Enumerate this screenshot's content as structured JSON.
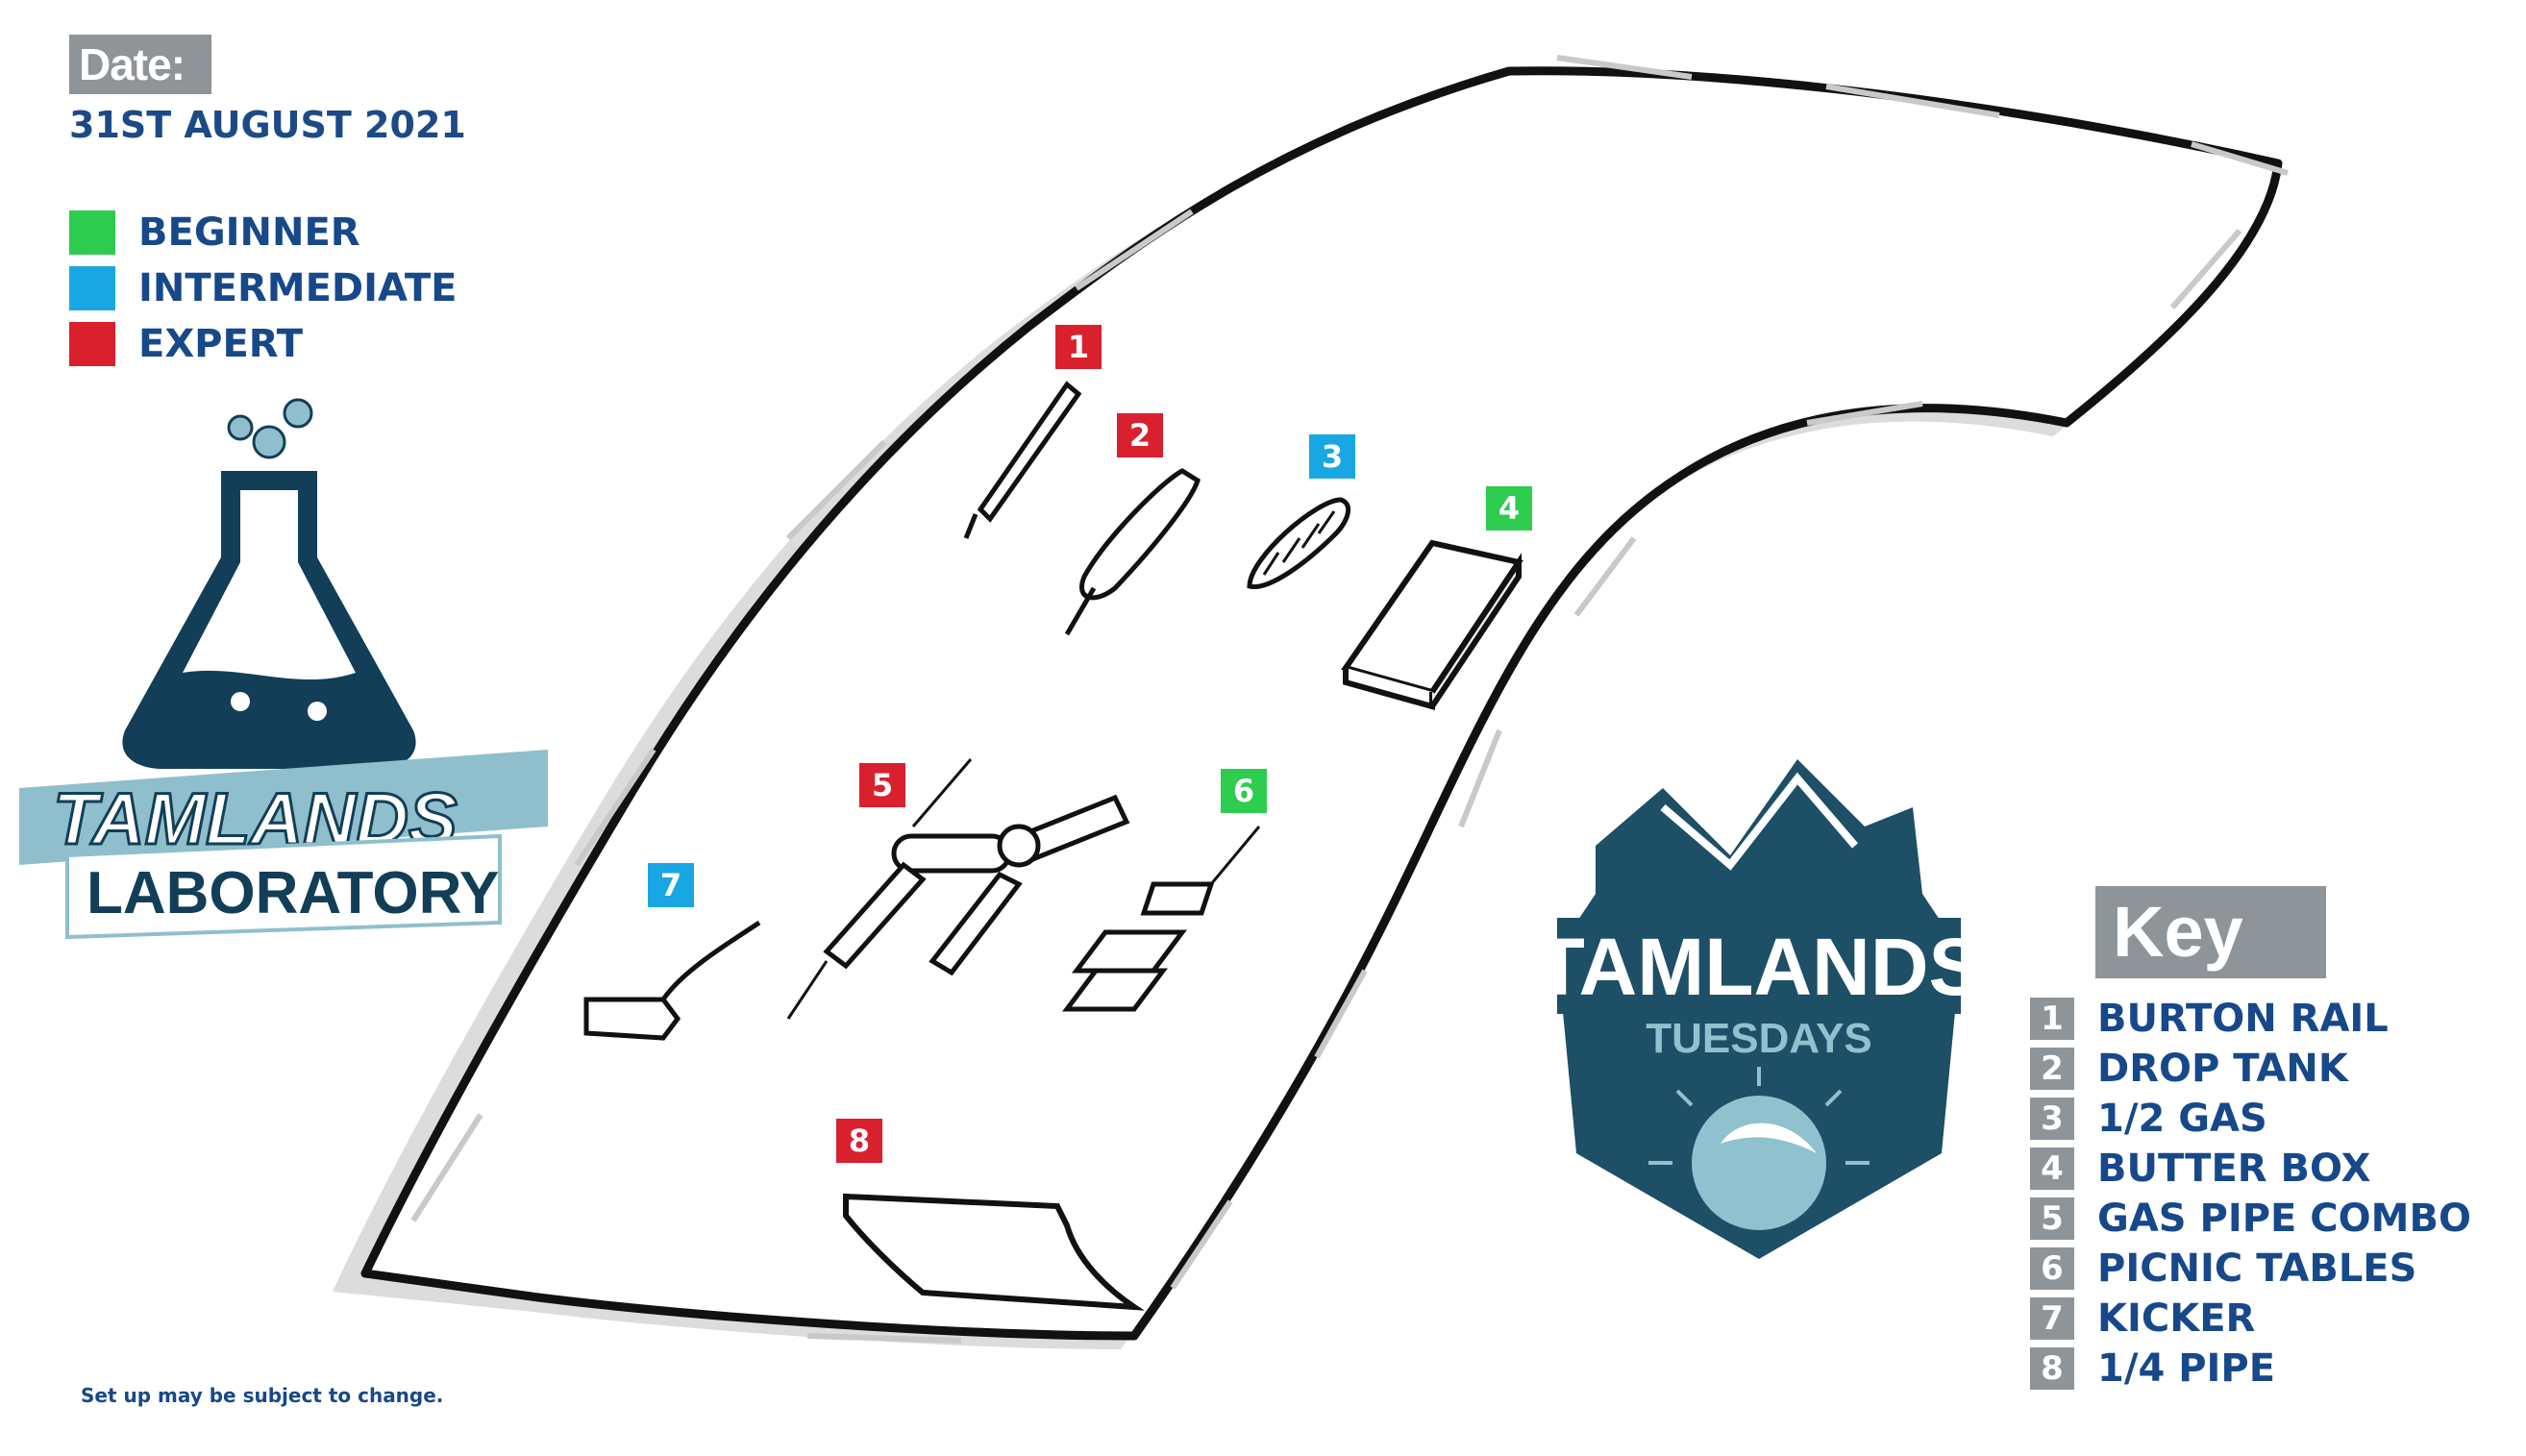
{
  "header": {
    "date_label": "Date:",
    "date_value": "31ST AUGUST 2021"
  },
  "legend": [
    {
      "label": "BEGINNER",
      "color": "#2ecc4f"
    },
    {
      "label": "INTERMEDIATE",
      "color": "#19a7e3"
    },
    {
      "label": "EXPERT",
      "color": "#d9202e"
    }
  ],
  "lab_logo": {
    "line1": "TAMLANDS",
    "line2": "LABORATORY",
    "accent": "#8fbfcc",
    "dark": "#123e57"
  },
  "tuesdays_logo": {
    "title": "TAMLANDS",
    "subtitle": "TUESDAYS",
    "dark": "#1d4f66",
    "light": "#8fc1cf"
  },
  "features": [
    {
      "num": "1",
      "level": "expert"
    },
    {
      "num": "2",
      "level": "expert"
    },
    {
      "num": "3",
      "level": "intermediate"
    },
    {
      "num": "4",
      "level": "beginner"
    },
    {
      "num": "5",
      "level": "expert"
    },
    {
      "num": "6",
      "level": "beginner"
    },
    {
      "num": "7",
      "level": "intermediate"
    },
    {
      "num": "8",
      "level": "expert"
    }
  ],
  "key": {
    "title": "Key",
    "items": [
      {
        "num": "1",
        "label": "BURTON RAIL"
      },
      {
        "num": "2",
        "label": "DROP TANK"
      },
      {
        "num": "3",
        "label": "1/2 GAS"
      },
      {
        "num": "4",
        "label": "BUTTER BOX"
      },
      {
        "num": "5",
        "label": "GAS PIPE COMBO"
      },
      {
        "num": "6",
        "label": "PICNIC TABLES"
      },
      {
        "num": "7",
        "label": "KICKER"
      },
      {
        "num": "8",
        "label": "1/4 PIPE"
      }
    ]
  },
  "footnote": "Set up may be subject to change.",
  "colors": {
    "beginner": "#2ecc4f",
    "intermediate": "#19a7e3",
    "expert": "#d9202e",
    "text": "#174889",
    "badge_grey": "#8f9499"
  }
}
